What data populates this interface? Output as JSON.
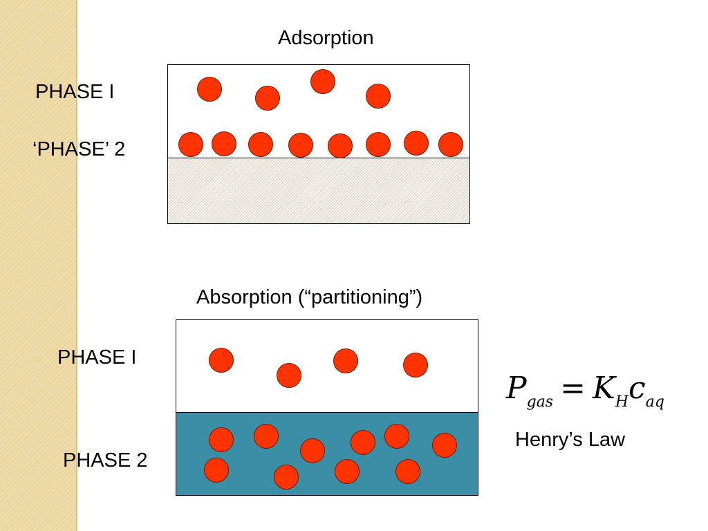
{
  "adsorption": {
    "title": "Adsorption",
    "phase1_label": "PHASE I",
    "phase2_label": "‘PHASE’ 2"
  },
  "absorption": {
    "title": "Absorption (“partitioning”)",
    "phase1_label": "PHASE I",
    "phase2_label": "PHASE 2"
  },
  "equation": {
    "p": "P",
    "p_sub": "gas",
    "equals": "=",
    "k": "K",
    "k_sub": "H",
    "c": "c",
    "c_sub": "aq",
    "caption": "Henry’s Law"
  },
  "colors": {
    "molecule": "#ff3300",
    "phase2_liquid": "#3a8fa6",
    "side_band": "#eed9a3"
  }
}
